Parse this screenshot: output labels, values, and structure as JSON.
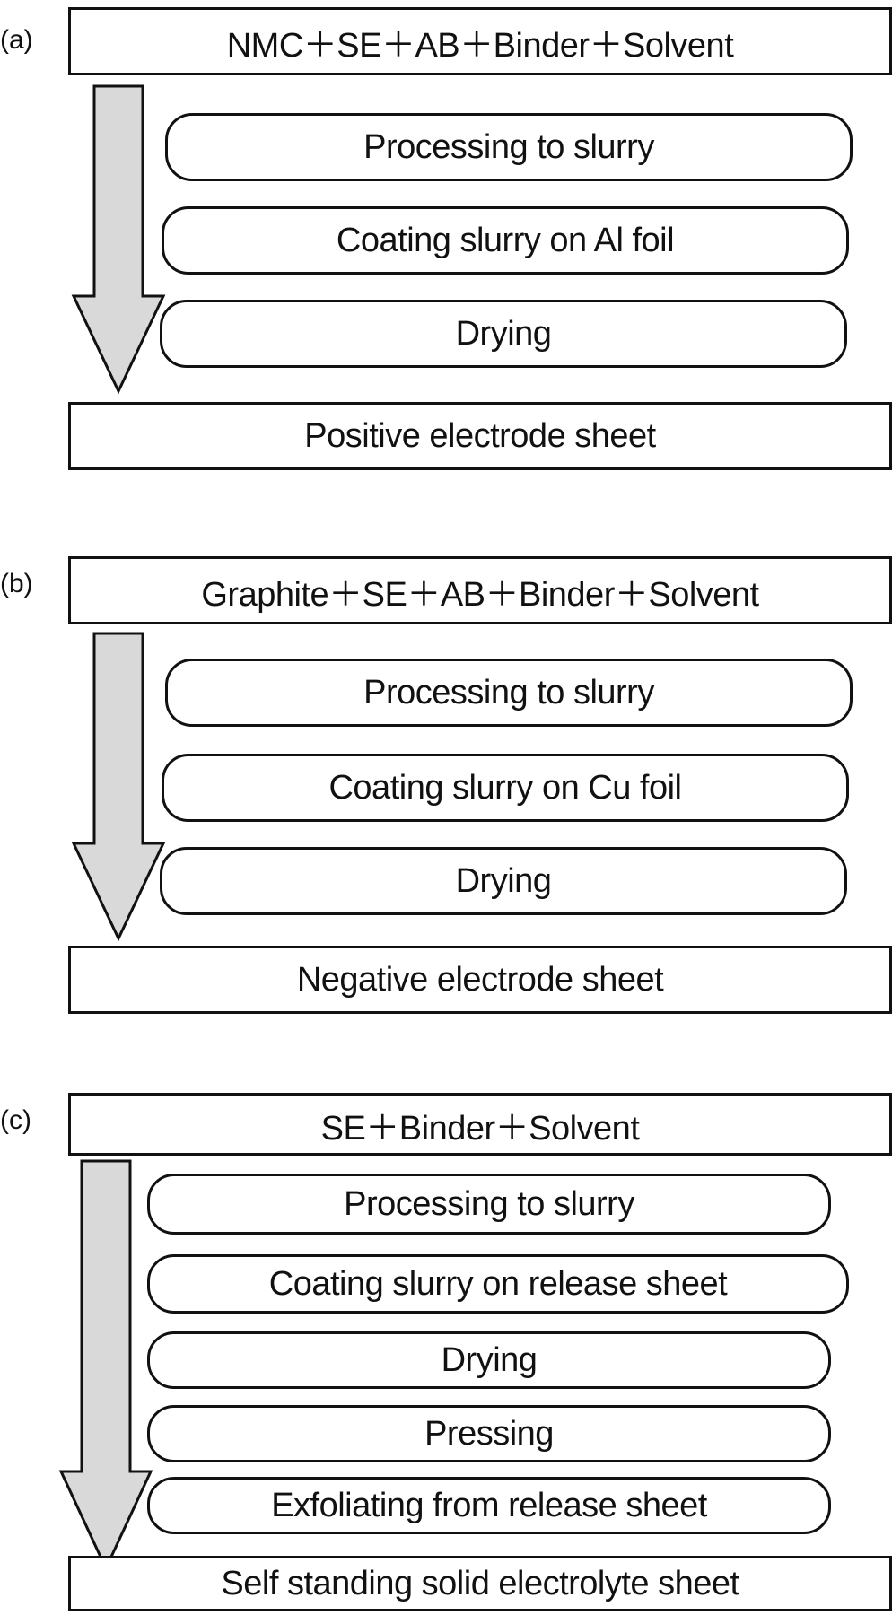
{
  "panels": [
    {
      "label": "(a)",
      "input": "NMC＋SE＋AB＋Binder＋Solvent",
      "steps": [
        "Processing to slurry",
        "Coating slurry on Al foil",
        "Drying"
      ],
      "output": "Positive electrode sheet"
    },
    {
      "label": "(b)",
      "input": "Graphite＋SE＋AB＋Binder＋Solvent",
      "steps": [
        "Processing to slurry",
        "Coating slurry on Cu foil",
        "Drying"
      ],
      "output": "Negative electrode sheet"
    },
    {
      "label": "(c)",
      "input": "SE＋Binder＋Solvent",
      "steps": [
        "Processing to slurry",
        "Coating slurry on release sheet",
        "Drying",
        "Pressing",
        "Exfoliating from release sheet"
      ],
      "output": "Self standing solid electrolyte sheet"
    }
  ],
  "colors": {
    "stroke": "#111111",
    "arrow_fill": "#d9d9d9",
    "box_fill": "#ffffff"
  }
}
